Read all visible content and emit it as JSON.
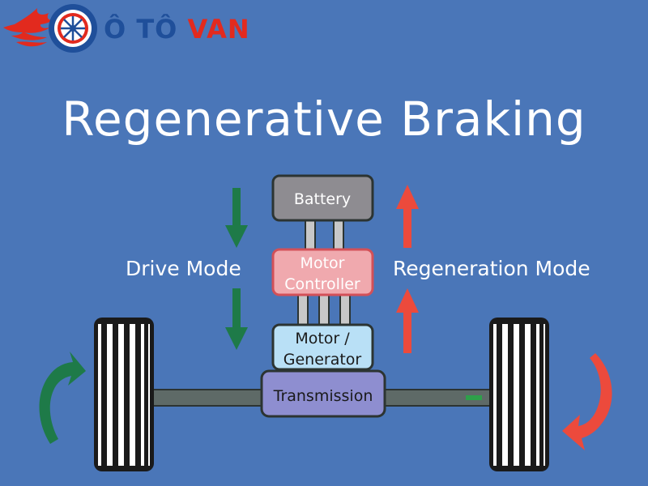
{
  "logo": {
    "brand_prefix": "Ô TÔ ",
    "brand_suffix": "VAN",
    "colors": {
      "prefix": "#1f4f9a",
      "suffix": "#e22a1e"
    }
  },
  "title": "Regenerative Braking",
  "modes": {
    "drive": "Drive Mode",
    "regeneration": "Regeneration Mode"
  },
  "components": {
    "battery": "Battery",
    "motor_controller": [
      "Motor",
      "Controller"
    ],
    "motor_generator": [
      "Motor /",
      "Generator"
    ],
    "transmission": "Transmission"
  },
  "colors": {
    "background": "#4a76b8",
    "drive_arrow": "#1e7a48",
    "regen_arrow": "#ec4a3c",
    "battery": "#8e8c91",
    "motor_controller": "#f0a9ae",
    "motor_generator": "#b9e0f6",
    "transmission": "#8e8ed0"
  }
}
